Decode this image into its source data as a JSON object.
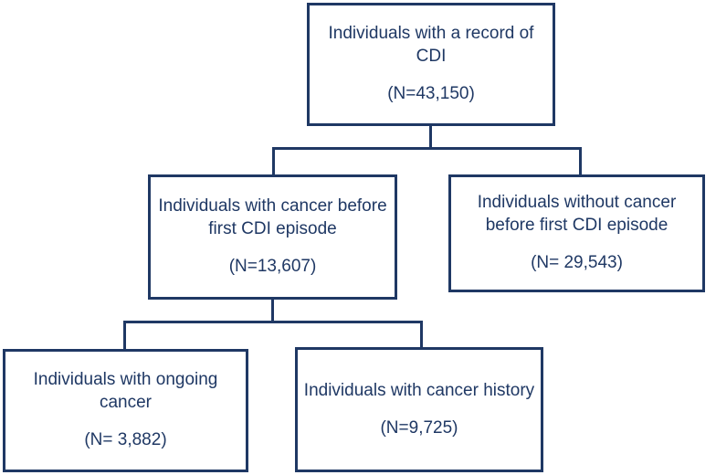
{
  "chart_data": {
    "type": "diagram",
    "subtype": "flowchart",
    "title": "",
    "orientation": "top-down",
    "accent_color": "#1F3864",
    "background_color": "#FFFFFF",
    "nodes": [
      {
        "id": "root",
        "label": "Individuals with a record of CDI",
        "count": "(N=43,150)",
        "value": 43150,
        "level": 1
      },
      {
        "id": "cancer_before",
        "label": "Individuals with cancer before first CDI episode",
        "count": "(N=13,607)",
        "value": 13607,
        "level": 2
      },
      {
        "id": "no_cancer_before",
        "label": "Individuals without cancer before first CDI episode",
        "count": "(N= 29,543)",
        "value": 29543,
        "level": 2
      },
      {
        "id": "ongoing_cancer",
        "label": "Individuals with ongoing cancer",
        "count": "(N= 3,882)",
        "value": 3882,
        "level": 3
      },
      {
        "id": "cancer_history",
        "label": "Individuals with cancer history",
        "count": "(N=9,725)",
        "value": 9725,
        "level": 3
      }
    ],
    "edges": [
      {
        "from": "root",
        "to": "cancer_before"
      },
      {
        "from": "root",
        "to": "no_cancer_before"
      },
      {
        "from": "cancer_before",
        "to": "ongoing_cancer"
      },
      {
        "from": "cancer_before",
        "to": "cancer_history"
      }
    ]
  }
}
